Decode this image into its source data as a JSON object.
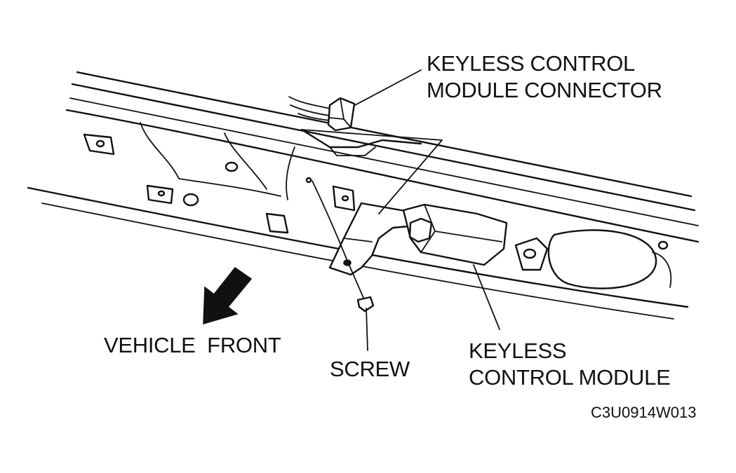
{
  "labels": {
    "connector_line1": "KEYLESS CONTROL",
    "connector_line2": "MODULE CONNECTOR",
    "module_line1": "KEYLESS",
    "module_line2": "CONTROL MODULE",
    "vehicle_front": "VEHICLE  FRONT",
    "screw": "SCREW",
    "figure_code": "C3U0914W013"
  },
  "colors": {
    "ink": "#111111",
    "background": "#ffffff"
  }
}
